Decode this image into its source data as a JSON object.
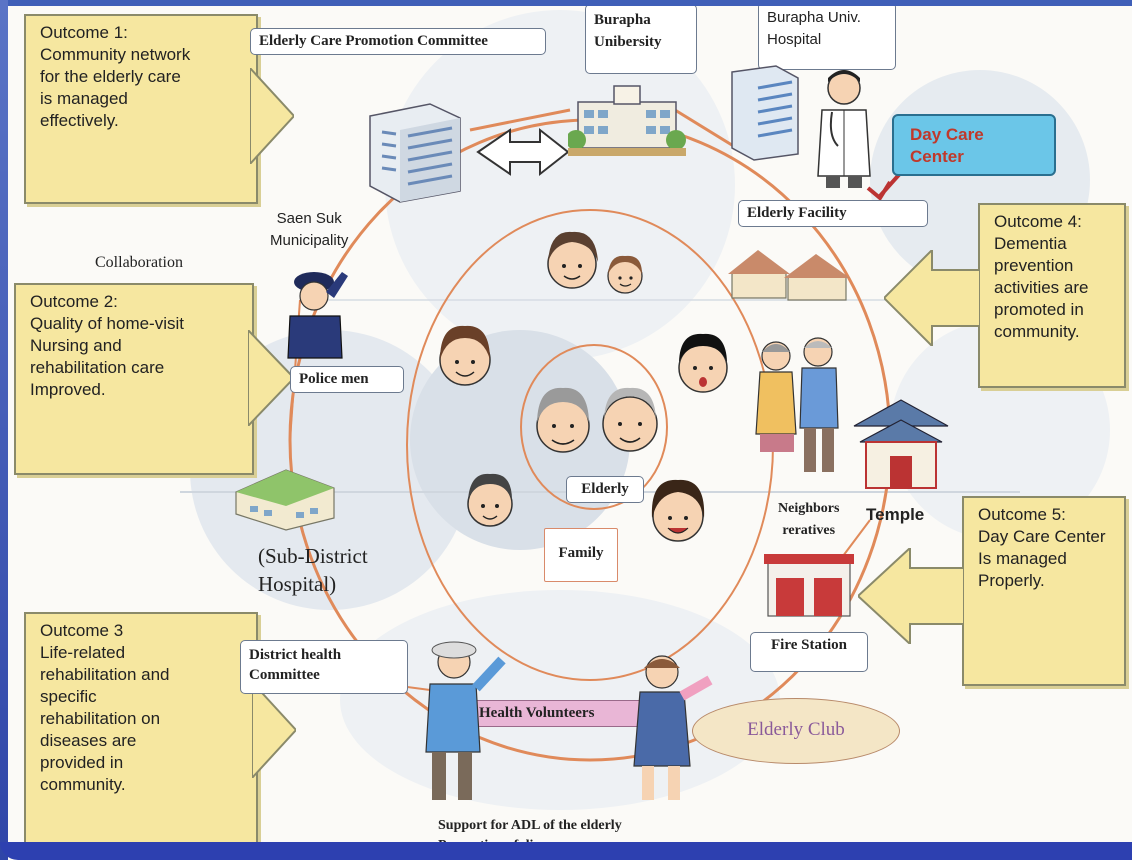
{
  "outcomes": {
    "o1": "Outcome 1:\nCommunity network\nfor the elderly care\nis managed\neffectively.",
    "o2": "Outcome 2:\nQuality of home-visit\nNursing and\nrehabilitation care\nImproved.",
    "o3": "Outcome 3\nLife-related\nrehabilitation and\nspecific\nrehabilitation on\ndiseases  are\nprovided in\ncommunity.",
    "o4": "Outcome 4:\nDementia\nprevention\nactivities are\npromoted in\ncommunity.",
    "o5": "Outcome 5:\nDay Care Center\nIs managed\nProperly."
  },
  "labels": {
    "committee": "Elderly Care Promotion Committee",
    "university": "Burapha\nUnibersity",
    "hospital": "Burapha Univ.\nHospital",
    "day_care": "Day Care\nCenter",
    "elderly_facility": "Elderly Facility",
    "municipality": "Saen Suk\nMunicipality",
    "collaboration": "Collaboration",
    "police": "Police men",
    "sub_district": "(Sub-District\nHospital)",
    "elderly": "Elderly",
    "family": "Family",
    "neighbors": "Neighbors\nreratives",
    "temple": "Temple",
    "fire_station": "Fire Station",
    "district_committee": "District health\nCommittee",
    "volunteers": "Health Volunteers",
    "elderly_club": "Elderly Club",
    "support": "Support for ADL of the elderly\nPrevention of  diseases"
  },
  "colors": {
    "outcome_fill": "#f6e7a0",
    "circle_line": "#e08a5a",
    "frame": "#2d40b0",
    "day_care_fill": "#6bc6e8",
    "day_care_text": "#c0392b",
    "club_fill": "#f4e6c6"
  }
}
